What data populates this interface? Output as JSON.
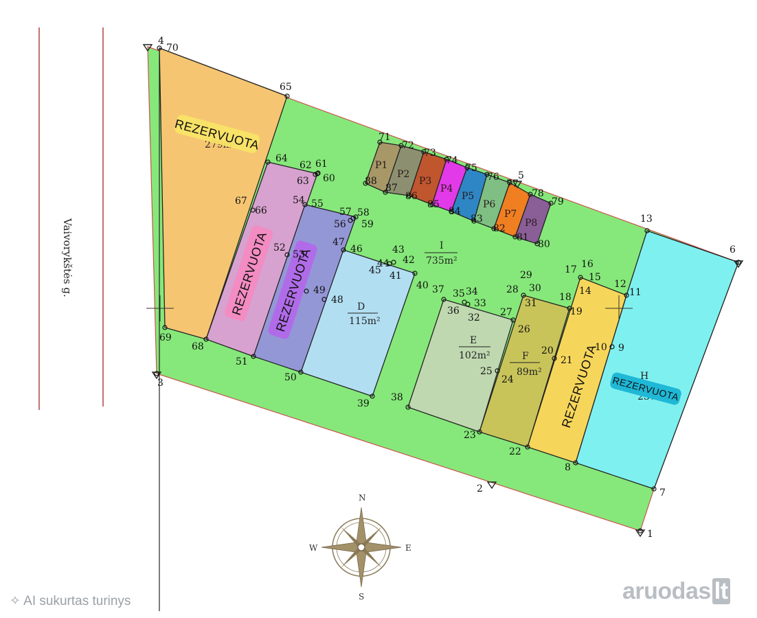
{
  "street_name": "Vaivorykštės g.",
  "reserved_label": "REZERVUOTA",
  "footer": {
    "ai_notice": "AI sukurtas turinys",
    "logo_main": "aruodas",
    "logo_suffix": "lt"
  },
  "compass": {
    "n": "N",
    "e": "E",
    "s": "S",
    "w": "W"
  },
  "colors": {
    "common_area": "#86e87a",
    "lot_A": "#f6c572",
    "lot_B": "#d7a2cf",
    "lot_C": "#9497d6",
    "lot_D": "#b2def2",
    "lot_E": "#bfd8b0",
    "lot_F": "#c8c45a",
    "lot_G": "#f6d65a",
    "lot_H": "#7ff0f0",
    "reserved_tag_A": "#f8e466",
    "reserved_tag_B": "#f28cc2",
    "reserved_tag_C": "#b06ce8",
    "reserved_tag_H": "#1fb8d6",
    "boundary_line": "#c9524e"
  },
  "lots": {
    "A": {
      "area": "279m²"
    },
    "C": {
      "area": "m²"
    },
    "D": {
      "letter": "D",
      "area": "115m²"
    },
    "E": {
      "letter": "E",
      "area": "102m²"
    },
    "F": {
      "letter": "F",
      "area": "89m²"
    },
    "H": {
      "letter": "H",
      "area": "237m²"
    },
    "I": {
      "letter": "I",
      "area": "735m²"
    }
  },
  "parking": {
    "P1": {
      "label": "P1",
      "color": "#a89868"
    },
    "P2": {
      "label": "P2",
      "color": "#8c9070"
    },
    "P3": {
      "label": "P3",
      "color": "#c0562e"
    },
    "P4": {
      "label": "P4",
      "color": "#e23ae8"
    },
    "P5": {
      "label": "P5",
      "color": "#2f86c4"
    },
    "P6": {
      "label": "P6",
      "color": "#7fbf84"
    },
    "P7": {
      "label": "P7",
      "color": "#f07f22"
    },
    "P8": {
      "label": "P8",
      "color": "#8a5e96"
    }
  },
  "points": {
    "p1": "1",
    "p2": "2",
    "p3": "3",
    "p4": "4",
    "p5": "5",
    "p6": "6",
    "p7": "7",
    "p8": "8",
    "p9": "9",
    "p10": "10",
    "p11": "11",
    "p12": "12",
    "p13": "13",
    "p14": "14",
    "p15": "15",
    "p16": "16",
    "p17": "17",
    "p18": "18",
    "p19": "19",
    "p20": "20",
    "p21": "21",
    "p22": "22",
    "p23": "23",
    "p24": "24",
    "p25": "25",
    "p26": "26",
    "p27": "27",
    "p28": "28",
    "p29": "29",
    "p30": "30",
    "p31": "31",
    "p32": "32",
    "p33": "33",
    "p34": "34",
    "p35": "35",
    "p36": "36",
    "p37": "37",
    "p38": "38",
    "p39": "39",
    "p40": "40",
    "p41": "41",
    "p42": "42",
    "p43": "43",
    "p44": "44",
    "p45": "45",
    "p46": "46",
    "p47": "47",
    "p48": "48",
    "p49": "49",
    "p50": "50",
    "p51": "51",
    "p52": "52",
    "p53": "53",
    "p54": "54",
    "p55": "55",
    "p56": "56",
    "p57": "57",
    "p58": "58",
    "p59": "59",
    "p60": "60",
    "p61": "61",
    "p62": "62",
    "p63": "63",
    "p64": "64",
    "p65": "65",
    "p66": "66",
    "p67": "67",
    "p68": "68",
    "p69": "69",
    "p70": "70",
    "p71": "71",
    "p72": "72",
    "p73": "73",
    "p74": "74",
    "p75": "75",
    "p76": "76",
    "p77": "77",
    "p78": "78",
    "p79": "79",
    "p80": "80",
    "p81": "81",
    "p82": "82",
    "p83": "83",
    "p84": "84",
    "p85": "85",
    "p86": "86",
    "p87": "87",
    "p88": "88"
  }
}
